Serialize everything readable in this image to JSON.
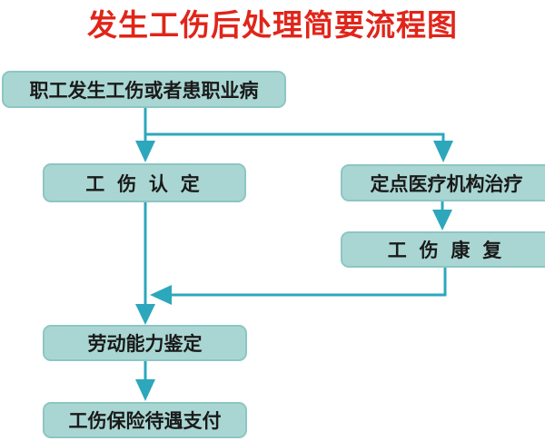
{
  "title": "发生工伤后处理简要流程图",
  "colors": {
    "title_red": "#e0251a",
    "box_fill": "#a9d6d3",
    "box_border": "#8cc6c3",
    "arrow_teal": "#2ca7bc",
    "text_black": "#1a1a1a",
    "background": "#ffffff"
  },
  "nodes": {
    "incident": {
      "label": "职工发生工伤或者患职业病"
    },
    "recognition": {
      "label": "工 伤 认 定"
    },
    "treatment": {
      "label": "定点医疗机构治疗"
    },
    "rehab": {
      "label": "工 伤 康 复"
    },
    "appraisal": {
      "label": "劳动能力鉴定"
    },
    "payment": {
      "label": "工伤保险待遇支付"
    }
  },
  "edges": [
    {
      "from": "incident",
      "to": "recognition"
    },
    {
      "from": "incident",
      "to": "treatment"
    },
    {
      "from": "treatment",
      "to": "rehab"
    },
    {
      "from": "recognition",
      "to": "appraisal"
    },
    {
      "from": "rehab",
      "to": "appraisal"
    },
    {
      "from": "appraisal",
      "to": "payment"
    }
  ]
}
